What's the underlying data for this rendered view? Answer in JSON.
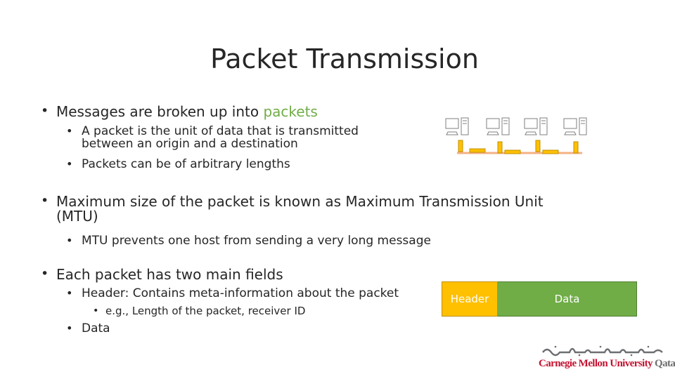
{
  "slide": {
    "title": "Packet Transmission",
    "bullets": {
      "b1_pre": "Messages are broken up into ",
      "b1_accent": "packets",
      "b1_sub1_line1": "A packet is the unit of data that is transmitted",
      "b1_sub1_line2": "between an origin and a destination",
      "b1_sub2": "Packets can be of arbitrary lengths",
      "b2_line1": "Maximum size of the packet is known as Maximum Transmission Unit",
      "b2_line2": "(MTU)",
      "b2_sub1": "MTU prevents one host from sending a very long message",
      "b3": "Each packet has two main fields",
      "b3_sub1": "Header: Contains meta-information about the packet",
      "b3_sub1_sub": "e.g., Length of the packet, receiver ID",
      "b3_sub2": "Data"
    },
    "bullet_glyph": "•",
    "packet_fields": {
      "header_label": "Header",
      "data_label": "Data"
    },
    "logo": {
      "english_part1": "Carnegie Mellon University",
      "english_part2": " Qatar"
    },
    "colors": {
      "accent_green": "#70ad47",
      "header_yellow": "#ffc000",
      "data_green": "#70ad47",
      "logo_red": "#c41230",
      "logo_gray": "#6d6e71"
    },
    "icons": [
      "computer-icon",
      "network-cable-icon"
    ]
  }
}
